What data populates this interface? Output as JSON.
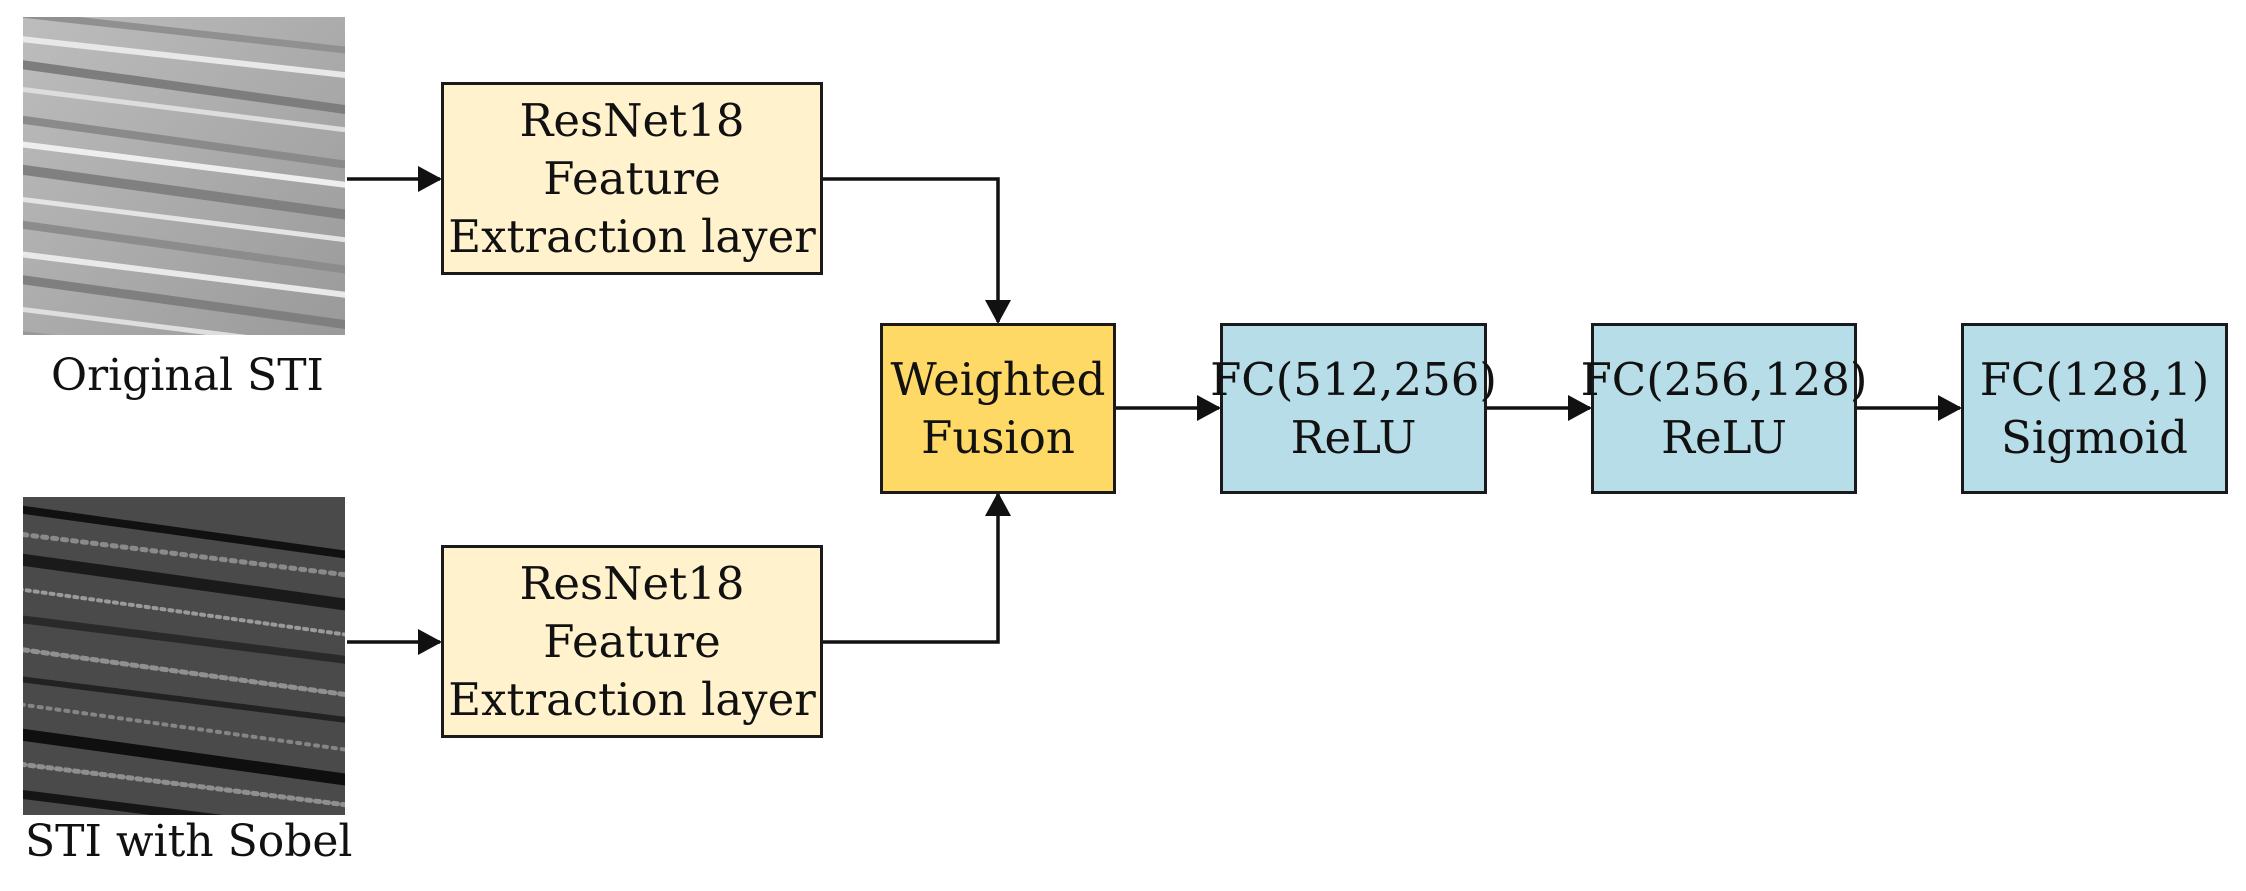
{
  "inputs": {
    "original": {
      "caption": "Original STI"
    },
    "sobel": {
      "caption": "STI with Sobel"
    }
  },
  "blocks": {
    "resnet_top": {
      "line1": "ResNet18",
      "line2": "Feature",
      "line3": "Extraction layer"
    },
    "resnet_bottom": {
      "line1": "ResNet18",
      "line2": "Feature",
      "line3": "Extraction layer"
    },
    "fusion": {
      "line1": "Weighted",
      "line2": "Fusion"
    },
    "fc1": {
      "line1": "FC(512,256)",
      "line2": "ReLU"
    },
    "fc2": {
      "line1": "FC(256,128)",
      "line2": "ReLU"
    },
    "fc3": {
      "line1": "FC(128,1)",
      "line2": "Sigmoid"
    }
  },
  "colors": {
    "resnet_fill": "#fff2cc",
    "fusion_fill": "#ffd966",
    "fc_fill": "#b7dde8",
    "stroke": "#1a1a1a"
  }
}
